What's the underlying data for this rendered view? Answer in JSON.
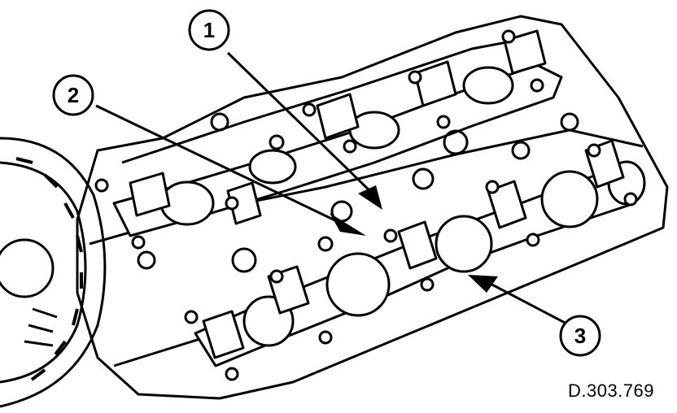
{
  "callouts": [
    {
      "id": "1",
      "label": "1"
    },
    {
      "id": "2",
      "label": "2"
    },
    {
      "id": "3",
      "label": "3"
    }
  ],
  "figure_reference": "D.303.769"
}
